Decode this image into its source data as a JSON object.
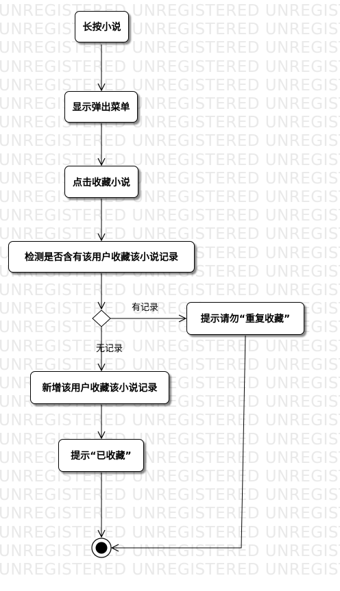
{
  "watermark": {
    "text": "UNREGISTERED UNREGISTERED UNREGISTERED"
  },
  "diagram": {
    "nodes": [
      {
        "id": "long-press",
        "label": "长按小说"
      },
      {
        "id": "show-popup",
        "label": "显示弹出菜单"
      },
      {
        "id": "click-favorite",
        "label": "点击收藏小说"
      },
      {
        "id": "check-record",
        "label": "检测是否含有该用户收藏该小说记录"
      },
      {
        "id": "prompt-duplicate",
        "label": "提示请勿“重复收藏”"
      },
      {
        "id": "add-record",
        "label": "新增该用户收藏该小说记录"
      },
      {
        "id": "prompt-favorited",
        "label": "提示“已收藏”"
      }
    ],
    "guards": {
      "has_record": "有记录",
      "no_record": "无记录"
    }
  }
}
